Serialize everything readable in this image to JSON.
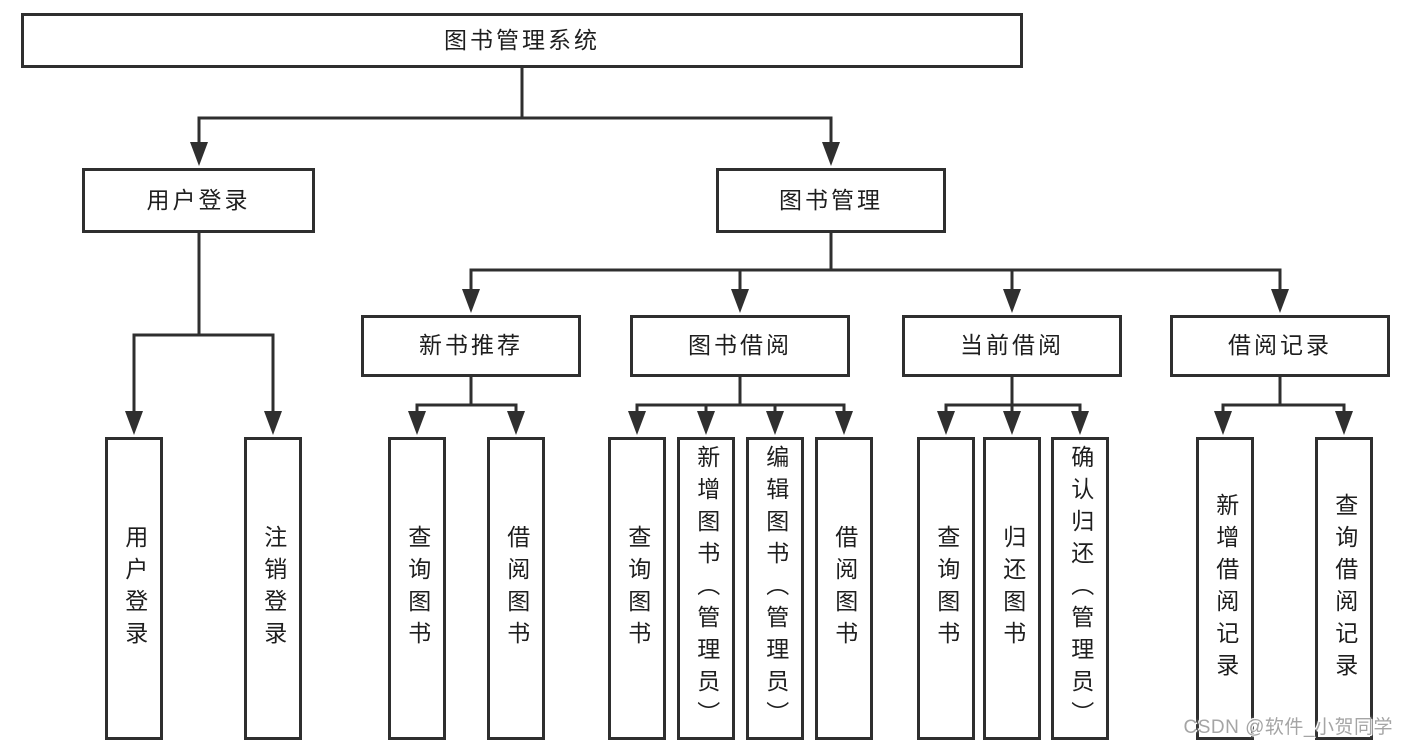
{
  "diagram": {
    "title": "图书管理系统",
    "branches": {
      "user_login": {
        "label": "用户登录",
        "children": [
          "用户登录",
          "注销登录"
        ]
      },
      "book_mgmt": {
        "label": "图书管理",
        "sections": {
          "new_books": {
            "label": "新书推荐",
            "children": [
              "查询图书",
              "借阅图书"
            ]
          },
          "borrowing": {
            "label": "图书借阅",
            "children": [
              "查询图书",
              "新增图书（管理员）",
              "编辑图书（管理员）",
              "借阅图书"
            ]
          },
          "current": {
            "label": "当前借阅",
            "children": [
              "查询图书",
              "归还图书",
              "确认归还（管理员）"
            ]
          },
          "records": {
            "label": "借阅记录",
            "children": [
              "新增借阅记录",
              "查询借阅记录"
            ]
          }
        }
      }
    }
  },
  "watermark": "CSDN @软件_小贺同学",
  "colors": {
    "line": "#2f2f2f",
    "text": "#1e1e1e",
    "box_background": "#ffffff",
    "watermark": "#a5a5a5",
    "background": "#ffffff"
  }
}
